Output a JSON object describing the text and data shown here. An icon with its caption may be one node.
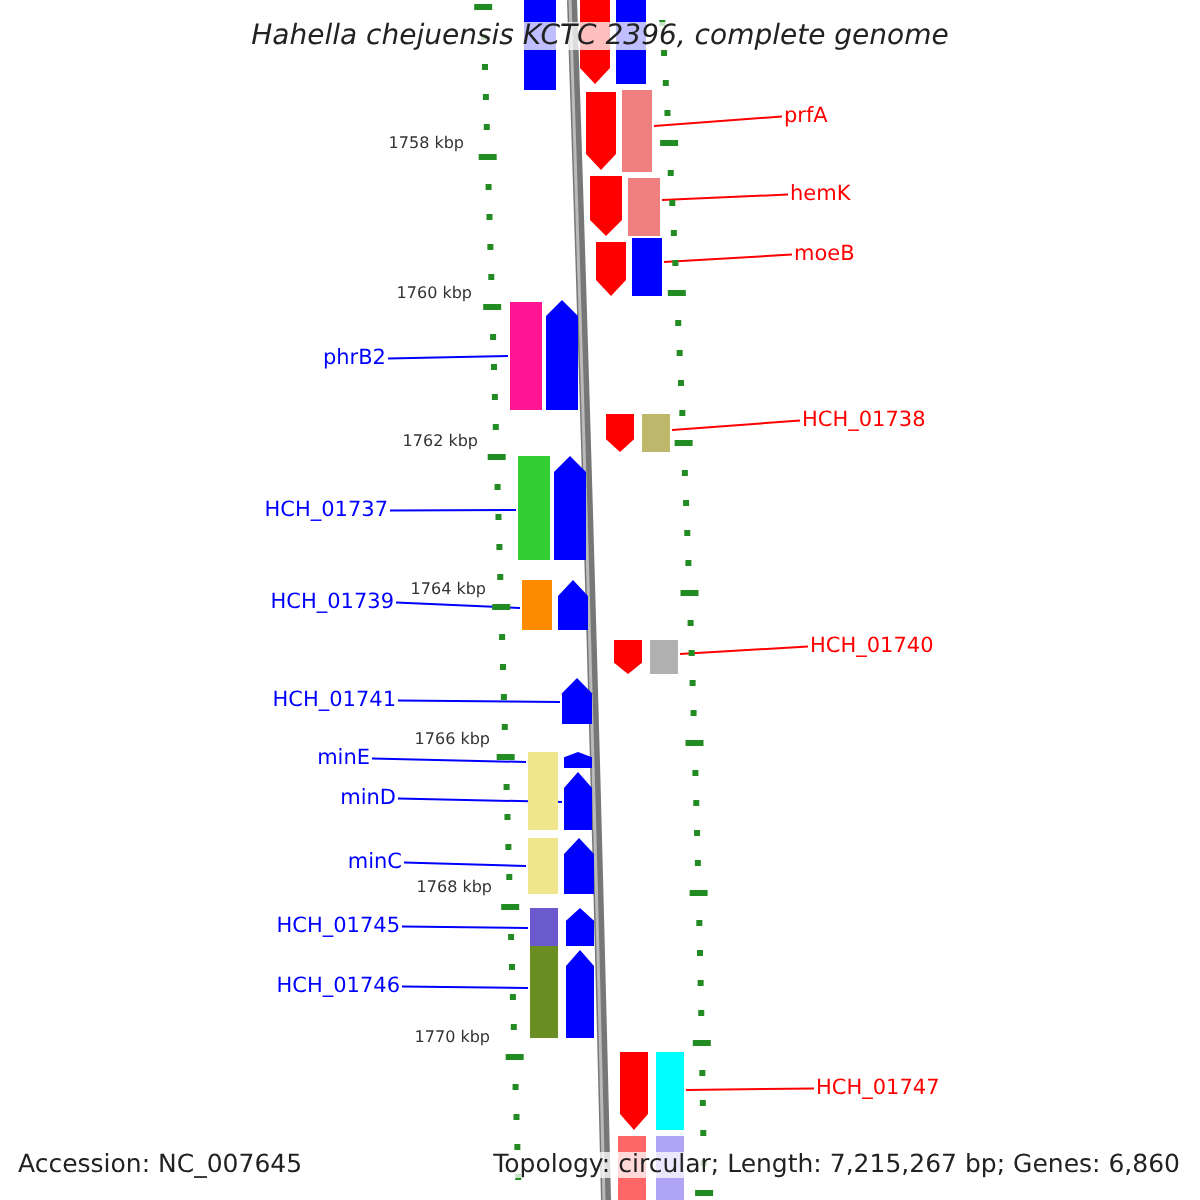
{
  "diagram": {
    "title": "Hahella chejuensis KCTC 2396, complete genome",
    "nodes": [
      {
        "text": [
          "prfA"
        ]
      },
      {
        "text": [
          "hemK"
        ]
      },
      {
        "text": [
          "moeB"
        ]
      },
      {
        "text": [
          "phrB2"
        ]
      },
      {
        "text": [
          "HCH_01738"
        ]
      },
      {
        "text": [
          "HCH_01737"
        ]
      },
      {
        "text": [
          "HCH_01739"
        ]
      },
      {
        "text": [
          "HCH_01740"
        ]
      },
      {
        "text": [
          "HCH_01741"
        ]
      },
      {
        "text": [
          "minE"
        ]
      },
      {
        "text": [
          "minD"
        ]
      },
      {
        "text": [
          "minC"
        ]
      },
      {
        "text": [
          "HCH_01745"
        ]
      },
      {
        "text": [
          "HCH_01746"
        ]
      },
      {
        "text": [
          "HCH_01747"
        ]
      },
      {
        "text": [],
        "shape": "bar"
      },
      {
        "text": [],
        "shape": "bar"
      },
      {
        "text": [],
        "shape": "bar"
      },
      {
        "text": [],
        "shape": "bar"
      },
      {
        "text": [],
        "shape": "bar"
      },
      {
        "text": [],
        "shape": "bar"
      },
      {
        "text": [],
        "shape": "bar"
      },
      {
        "text": [],
        "shape": "bar"
      },
      {
        "text": [],
        "shape": "bar"
      },
      {
        "text": [],
        "shape": "bar"
      },
      {
        "text": [],
        "shape": "bar"
      },
      {
        "text": [],
        "shape": "bar"
      },
      {
        "text": [],
        "shape": "bar"
      },
      {
        "text": [],
        "shape": "bar"
      },
      {
        "text": [],
        "shape": "bar"
      },
      {
        "text": [],
        "shape": "bar"
      },
      {
        "text": [],
        "shape": "bar"
      },
      {
        "text": [],
        "shape": "bar"
      },
      {
        "text": [],
        "shape": "bar"
      },
      {
        "text": [],
        "shape": "bar"
      },
      {
        "text": [],
        "shape": "bar"
      },
      {
        "text": [],
        "shape": "bar"
      },
      {
        "text": [],
        "shape": "bar"
      },
      {
        "text": [],
        "shape": "bar"
      },
      {
        "text": [],
        "shape": "bar"
      },
      {
        "text": [],
        "shape": "bar"
      },
      {
        "text": [],
        "shape": "bar"
      },
      {
        "text": [],
        "shape": "bar"
      },
      {
        "text": [],
        "shape": "bar"
      },
      {
        "text": [],
        "shape": "bar"
      },
      {
        "text": [],
        "shape": "bar"
      },
      {
        "text": [],
        "shape": "bar"
      },
      {
        "text": [],
        "shape": "bar"
      }
    ],
    "edges": [
      {
        "from": 0,
        "to": 19,
        "arrow": "none",
        "color": "#ff0000"
      },
      {
        "from": 1,
        "to": 21,
        "arrow": "none",
        "color": "#ff0000"
      },
      {
        "from": 2,
        "to": 23,
        "arrow": "none",
        "color": "#ff0000"
      },
      {
        "from": 3,
        "to": 24,
        "arrow": "none"
      },
      {
        "from": 4,
        "to": 27,
        "arrow": "none",
        "color": "#ff0000"
      },
      {
        "from": 5,
        "to": 28,
        "arrow": "none"
      },
      {
        "from": 6,
        "to": 30,
        "arrow": "none"
      },
      {
        "from": 7,
        "to": 33,
        "arrow": "none",
        "color": "#ff0000"
      },
      {
        "from": 8,
        "to": 34,
        "arrow": "none"
      },
      {
        "from": 9,
        "to": 35,
        "arrow": "none"
      },
      {
        "from": 10,
        "to": 37,
        "arrow": "none"
      },
      {
        "from": 11,
        "to": 38,
        "arrow": "none"
      },
      {
        "from": 12,
        "to": 40,
        "arrow": "none"
      },
      {
        "from": 13,
        "to": 42,
        "arrow": "none"
      },
      {
        "from": 14,
        "to": 45,
        "arrow": "none",
        "color": "#ff0000"
      }
    ],
    "labels": [
      "1758 kbp",
      "1760 kbp",
      "1762 kbp",
      "1764 kbp",
      "1766 kbp",
      "1768 kbp",
      "1770 kbp",
      "Accession: NC_007645",
      "Topology: circular; Length: 7,215,267 bp; Genes: 6,860"
    ]
  }
}
